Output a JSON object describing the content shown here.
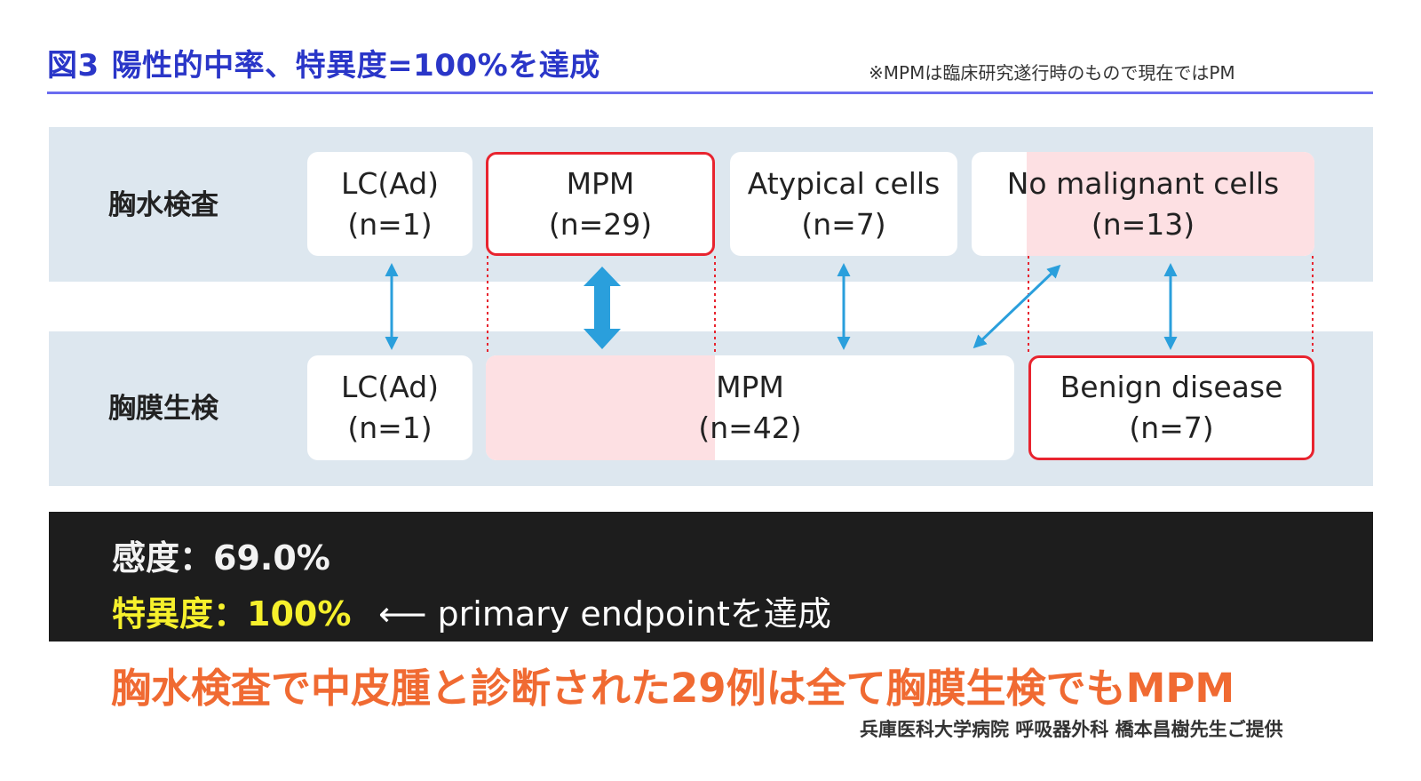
{
  "header": {
    "figure_label": "図3",
    "title": "陽性的中率、特異度=100%を達成",
    "note": "※MPMは臨床研究遂行時のもので現在ではPM"
  },
  "rows": {
    "top_label": "胸水検査",
    "bottom_label": "胸膜生検"
  },
  "pleural_fluid": [
    {
      "name": "LC(Ad)",
      "count": "(n=1)"
    },
    {
      "name": "MPM",
      "count": "(n=29)"
    },
    {
      "name": "Atypical cells",
      "count": "(n=7)"
    },
    {
      "name": "No malignant cells",
      "count": "(n=13)"
    }
  ],
  "biopsy": [
    {
      "name": "LC(Ad)",
      "count": "(n=1)"
    },
    {
      "name": "MPM",
      "count": "(n=42)"
    },
    {
      "name": "Benign disease",
      "count": "(n=7)"
    }
  ],
  "results": {
    "sensitivity": "感度：69.0%",
    "specificity": "特異度：100%",
    "arrow_note": "⟵ primary endpointを達成"
  },
  "conclusion": "胸水検査で中皮腫と診断された29例は全て胸膜生検でもMPM",
  "credit": "兵庫医科大学病院 呼吸器外科 橋本昌樹先生ご提供",
  "colors": {
    "title_blue": "#2a36c8",
    "arrow_blue": "#2a9fdc",
    "highlight_red": "#e8242f",
    "highlight_pink": "#fde0e3",
    "conclusion_orange": "#f06a32",
    "specificity_yellow": "#f6f02c"
  }
}
